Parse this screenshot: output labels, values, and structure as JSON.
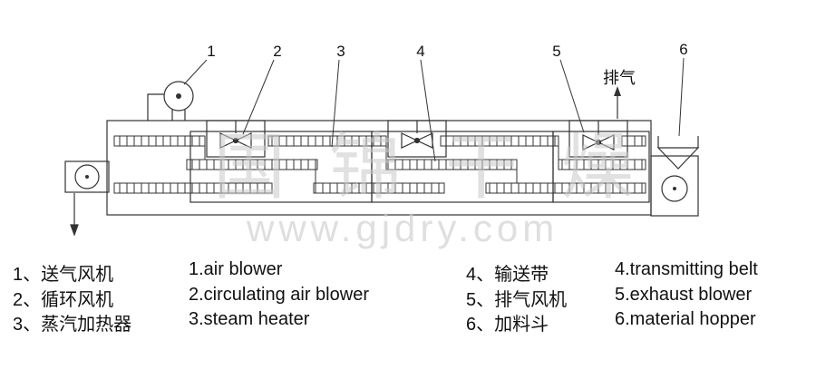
{
  "diagram": {
    "callouts": [
      "1",
      "2",
      "3",
      "4",
      "5",
      "6"
    ],
    "exhaust_label": "排气",
    "watermark": {
      "cn": "国锦干燥",
      "url": "www.gjdry.com"
    }
  },
  "legend": {
    "zh": [
      "1、送气风机",
      "2、循环风机",
      "3、蒸汽加热器",
      "4、输送带",
      "5、排气风机",
      "6、加料斗"
    ],
    "en": [
      "1.air blower",
      "2.circulating air blower",
      "3.steam heater",
      "4.transmitting belt",
      "5.exhaust blower",
      "6.material hopper"
    ]
  }
}
